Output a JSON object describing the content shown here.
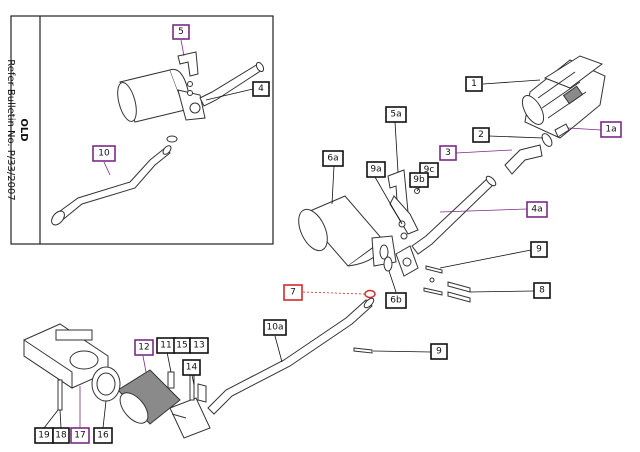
{
  "inset": {
    "note_line1": "OLD",
    "note_line2": "Refer Bulletin No. P/33/2007"
  },
  "callout_colors": {
    "black": "#111111",
    "purple": "#7a2a86",
    "red": "#d42a2a"
  },
  "callouts": {
    "c5": "5",
    "c4": "4",
    "c10": "10",
    "c1": "1",
    "c1a": "1a",
    "c2": "2",
    "c3": "3",
    "c5a": "5a",
    "c6a": "6a",
    "c9a": "9a",
    "c9c": "9c",
    "c9b": "9b",
    "c4a": "4a",
    "c9_right": "9",
    "c8_right": "8",
    "c7": "7",
    "c6b": "6b",
    "c10a": "10a",
    "c9_bottom": "9",
    "c12": "12",
    "c11": "11",
    "c15": "15",
    "c13": "13",
    "c14": "14",
    "c19": "19",
    "c18": "18",
    "c17": "17",
    "c16": "16"
  }
}
